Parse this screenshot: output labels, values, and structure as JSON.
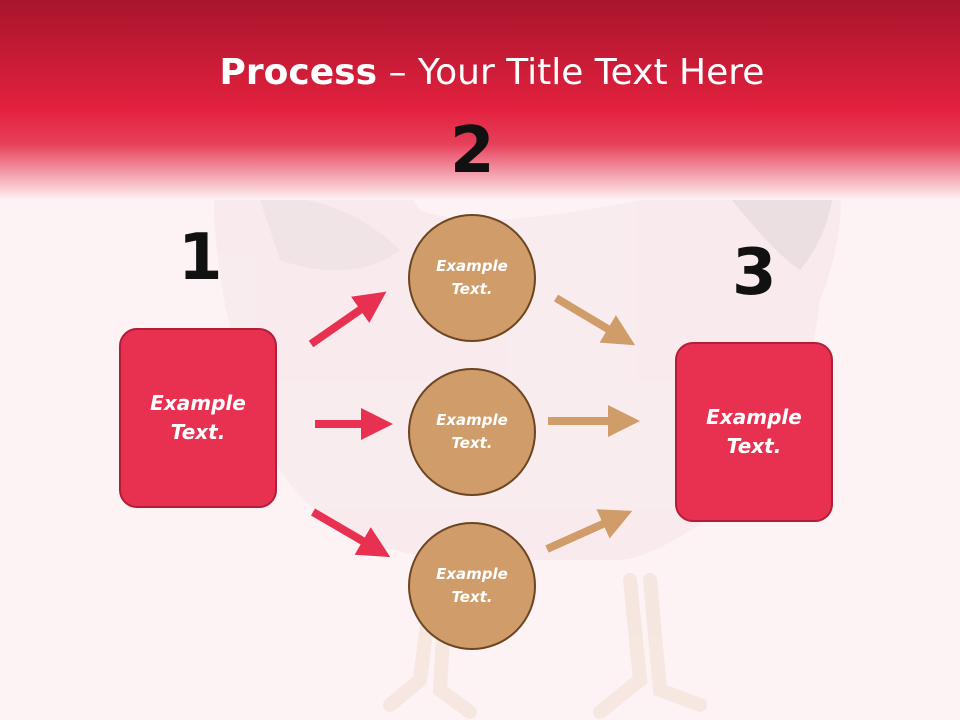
{
  "title": {
    "bold": "Process",
    "rest": " – Your Title Text Here"
  },
  "steps": [
    {
      "number": "1",
      "label_line1": "Example",
      "label_line2": "Text."
    },
    {
      "number": "2",
      "circles": [
        {
          "line1": "Example",
          "line2": "Text."
        },
        {
          "line1": "Example",
          "line2": "Text."
        },
        {
          "line1": "Example",
          "line2": "Text."
        }
      ]
    },
    {
      "number": "3",
      "label_line1": "Example",
      "label_line2": "Text."
    }
  ],
  "colors": {
    "header": "#e3213f",
    "box": "#e83150",
    "circle": "#d09c69",
    "arrow_red": "#e83150",
    "arrow_tan": "#d09c69"
  }
}
